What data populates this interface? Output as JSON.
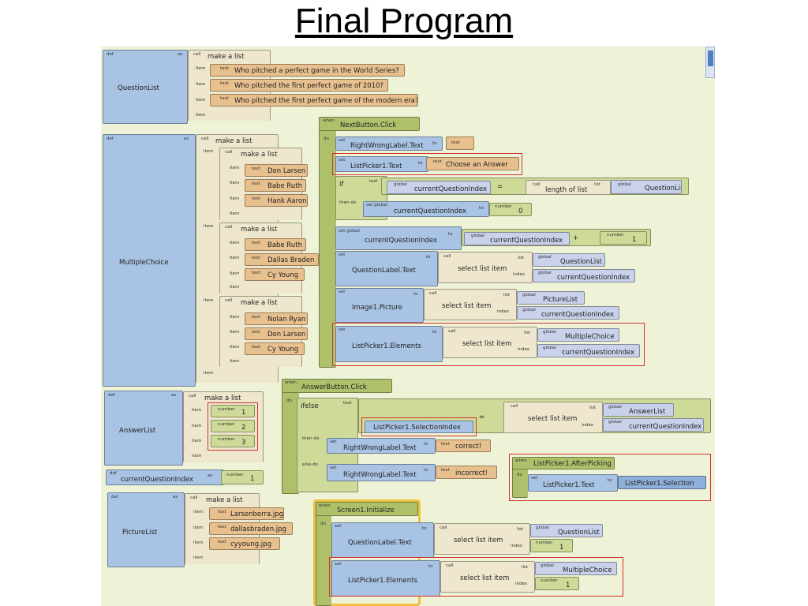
{
  "title": "Final Program",
  "kw": {
    "def": "def",
    "as": "as",
    "call": "call",
    "item": "item",
    "text": "text",
    "number": "number",
    "global": "global",
    "set": "set",
    "set_global": "set global",
    "to": "to",
    "list": "list",
    "index": "index",
    "when": "when",
    "do": "do",
    "if": "if",
    "test": "test",
    "then_do": "then-do",
    "ifelse": "ifelse",
    "else_do": "else-do",
    "make_a_list": "make a list",
    "select_list_item": "select list item",
    "length_of_list": "length of list",
    "eq": "=",
    "plus": "+"
  },
  "vars": {
    "question_list": "QuestionList",
    "multiple_choice": "MultipleChoice",
    "answer_list": "AnswerList",
    "current_question_index": "currentQuestionIndex",
    "picture_list": "PictureList"
  },
  "question_list_items": [
    "Who pitched a perfect game in the World Series?",
    "Who pitched the first perfect game of 2010?",
    "Who pitched the first perfect game of the modern era?"
  ],
  "mc_group1": [
    "Don Larsen",
    "Babe Ruth",
    "Hank Aaron"
  ],
  "mc_group2": [
    "Babe Ruth",
    "Dallas Braden",
    "Cy Young"
  ],
  "mc_group3": [
    "Nolan Ryan",
    "Don Larsen",
    "Cy Young"
  ],
  "answer_numbers": [
    "1",
    "2",
    "3"
  ],
  "current_index_init": "1",
  "picture_files": [
    "Larsenberra.jpg",
    "dallasbraden.jpg",
    "cyyoung.jpg"
  ],
  "events": {
    "next_click": "NextButton.Click",
    "answer_click": "AnswerButton.Click",
    "after_picking": "ListPicker1.AfterPicking",
    "screen_init": "Screen1.Initialize"
  },
  "props": {
    "right_wrong_text": "RightWrongLabel.Text",
    "listpicker_text": "ListPicker1.Text",
    "question_label_text": "QuestionLabel.Text",
    "image_picture": "Image1.Picture",
    "listpicker_elements": "ListPicker1.Elements",
    "listpicker_selection_index": "ListPicker1.SelectionIndex",
    "listpicker_selection": "ListPicker1.Selection"
  },
  "strings": {
    "choose_answer": "Choose an Answer",
    "correct": "correct!",
    "incorrect": "incorrect!"
  },
  "nums": {
    "zero": "0",
    "one": "1"
  }
}
